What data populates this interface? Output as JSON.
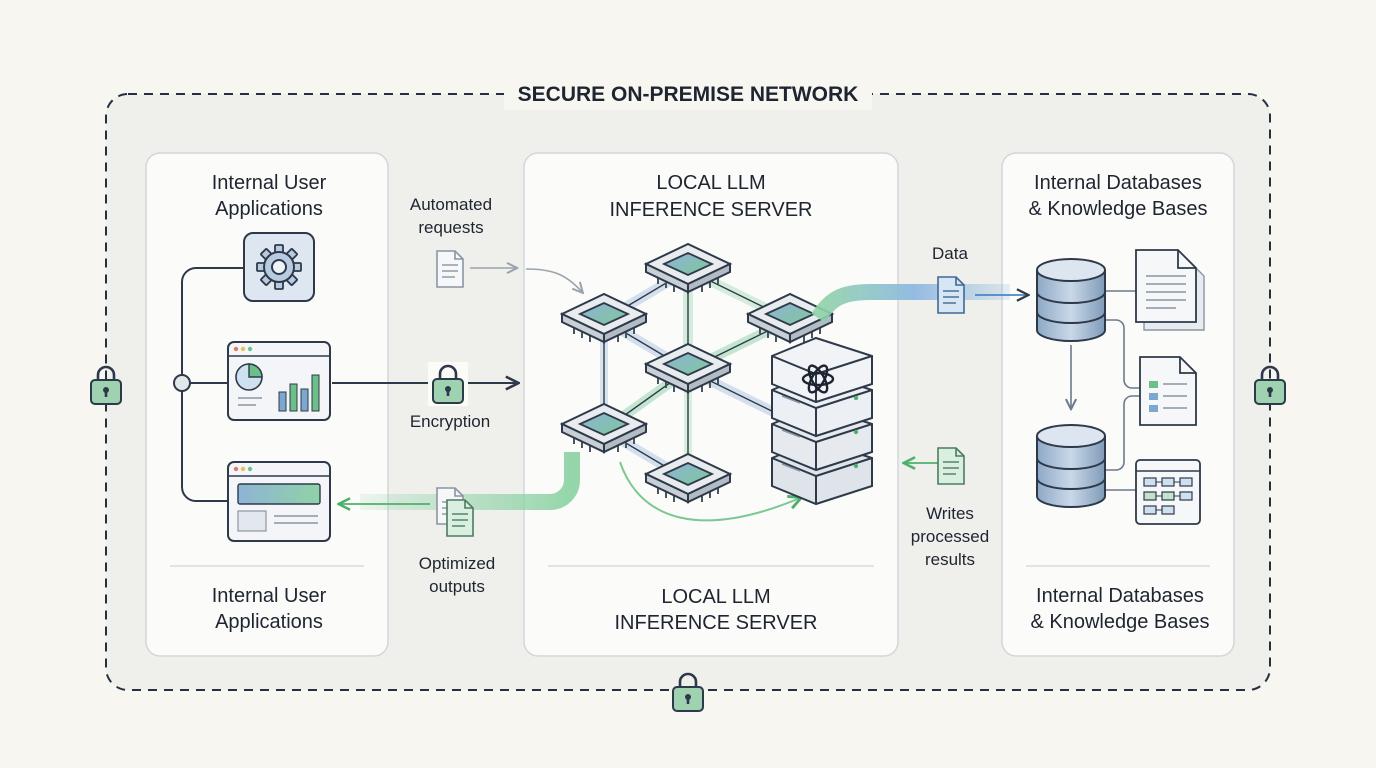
{
  "network": {
    "title": "SECURE ON-PREMISE NETWORK"
  },
  "left_panel": {
    "title_top": [
      "Internal User",
      "Applications"
    ],
    "title_bottom": [
      "Internal User",
      "Applications"
    ]
  },
  "center_panel": {
    "title_top": [
      "LOCAL LLM",
      "INFERENCE SERVER"
    ],
    "title_bottom": [
      "LOCAL LLM",
      "INFERENCE SERVER"
    ]
  },
  "right_panel": {
    "title_top": [
      "Internal Databases",
      "& Knowledge Bases"
    ],
    "title_bottom": [
      "Internal Databases",
      "& Knowledge Bases"
    ]
  },
  "flows": {
    "automated_requests": [
      "Automated",
      "requests"
    ],
    "encryption": "Encryption",
    "optimized_outputs": [
      "Optimized",
      "outputs"
    ],
    "data": "Data",
    "writes_processed_results": [
      "Writes",
      "processed",
      "results"
    ]
  },
  "icons": {
    "gear": "gear-icon",
    "dashboard": "dashboard-window-icon",
    "app_window": "app-window-icon",
    "lock": "padlock-icon",
    "document": "document-icon",
    "chip": "processor-chip-icon",
    "server": "server-stack-icon",
    "database": "database-icon",
    "table": "table-icon"
  },
  "colors": {
    "accent_green": "#5dbd7a",
    "accent_blue": "#4a86c5",
    "line_dark": "#2e3a4a",
    "panel_bg": "#fbfbf9",
    "network_bg": "#efefec"
  }
}
